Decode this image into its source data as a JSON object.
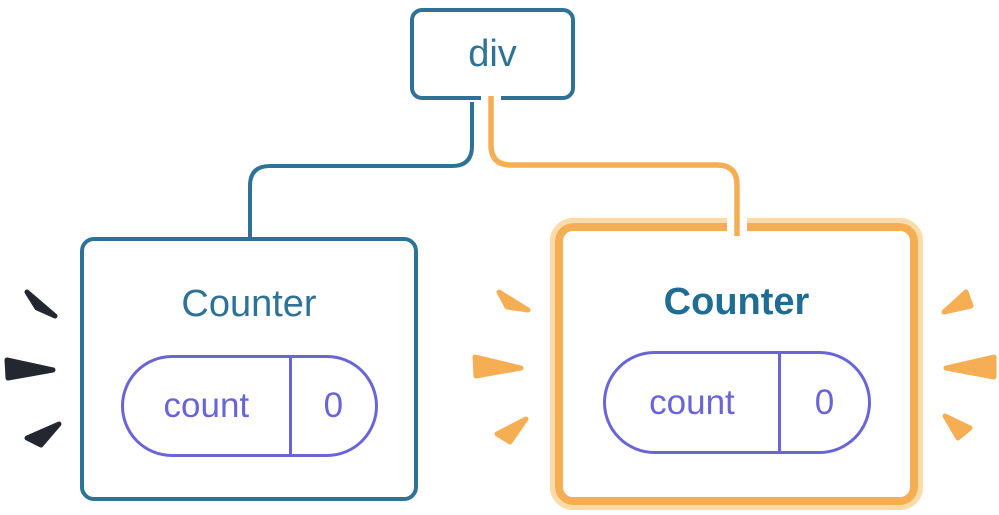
{
  "colors": {
    "blue": "#2E7396",
    "blueBold": "#1F6D94",
    "purple": "#6965D8",
    "orange": "#F6AE55",
    "paleOrange": "#FBDCA8",
    "sparkDark": "#23272F",
    "boxFill": "#FFFFFF"
  },
  "tree": {
    "root_label": "div",
    "left_counter": {
      "title": "Counter",
      "state_key": "count",
      "state_value": "0",
      "highlighted": false
    },
    "right_counter": {
      "title": "Counter",
      "state_key": "count",
      "state_value": "0",
      "highlighted": true
    }
  }
}
